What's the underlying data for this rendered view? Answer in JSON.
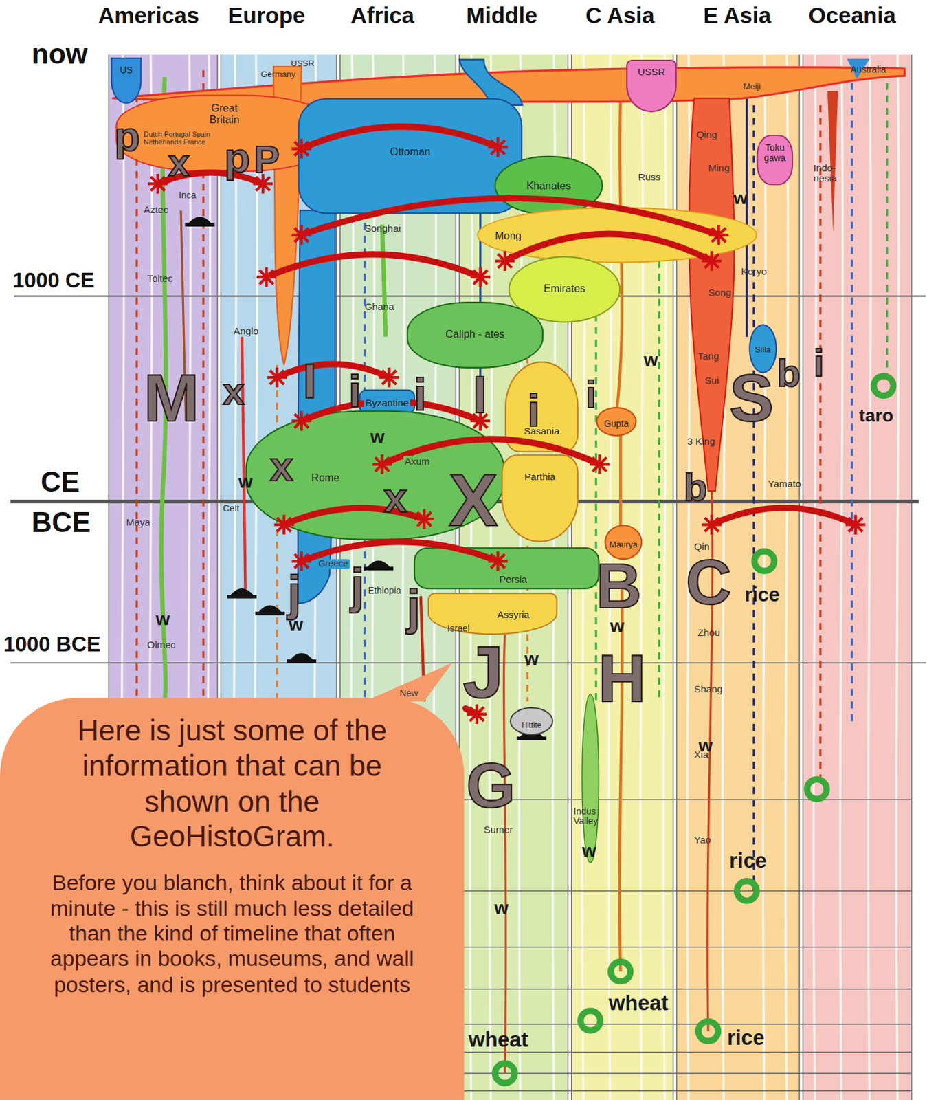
{
  "diagram": {
    "nodes": [
      {
        "text": [
          "US"
        ]
      },
      {
        "text": [
          "Great Britain"
        ]
      },
      {
        "text": [
          "Ottoman"
        ]
      },
      {
        "text": [
          "Khanates"
        ]
      },
      {
        "text": [
          "USSR"
        ]
      },
      {
        "text": [
          "Toku gawa"
        ]
      },
      {
        "text": [
          "Mong"
        ]
      },
      {
        "text": [
          "Emirates"
        ]
      },
      {
        "text": [
          "Caliph - ates"
        ]
      },
      {
        "text": [
          "Byzantine"
        ]
      },
      {
        "text": [
          "Rome"
        ]
      },
      {
        "text": [
          "Sasania"
        ]
      },
      {
        "text": [
          "Parthia"
        ]
      },
      {
        "text": [
          "Persia"
        ]
      },
      {
        "text": [
          "Assyria"
        ]
      },
      {
        "text": [
          "Gupta"
        ]
      },
      {
        "text": [
          "Maurya"
        ]
      },
      {
        "text": [
          "Silla"
        ]
      },
      {
        "text": [
          "Hittite"
        ]
      },
      {
        "text": [
          "Here is just some of the information that can be shown on the GeoHistoGram.",
          "Before you blanch, think about it for a minute - this is still much less detailed than the kind of timeline that often appears in books, museums, and wall posters, and is presented to students"
        ]
      }
    ],
    "labels": [
      "Americas",
      "Europe",
      "Africa",
      "Middle",
      "C Asia",
      "E Asia",
      "Oceania",
      "now",
      "1000 CE",
      "CE",
      "BCE",
      "1000 BCE",
      "USSR",
      "Germany",
      "Dutch Portugal Spain Netherlands France",
      "Aztec",
      "Inca",
      "Toltec",
      "Anglo",
      "Celt",
      "Maya",
      "Olmec",
      "Songhai",
      "Ghana",
      "Axum",
      "Greece",
      "Ethiopia",
      "Israel",
      "New",
      "Sumer",
      "Indus Valley",
      "Russ",
      "Meiji",
      "Qing",
      "Ming",
      "Koryo",
      "Song",
      "Tang",
      "Sui",
      "3 King",
      "Yamato",
      "Qin",
      "Zhou",
      "Shang",
      "Xia",
      "Yao",
      "Indo- nesia",
      "Australia",
      "taro",
      "rice",
      "rice",
      "wheat",
      "rice",
      "wheat",
      "w",
      "w",
      "w",
      "w",
      "w",
      "w",
      "w",
      "w",
      "w",
      "w",
      "w",
      "M",
      "x",
      "I",
      "i",
      "i",
      "I",
      "i",
      "i",
      "i",
      "b",
      "S",
      "b",
      "x",
      "x",
      "X",
      "j",
      "j",
      "j",
      "J",
      "G",
      "B",
      "C",
      "H",
      "p",
      "x",
      "p",
      "P"
    ]
  }
}
